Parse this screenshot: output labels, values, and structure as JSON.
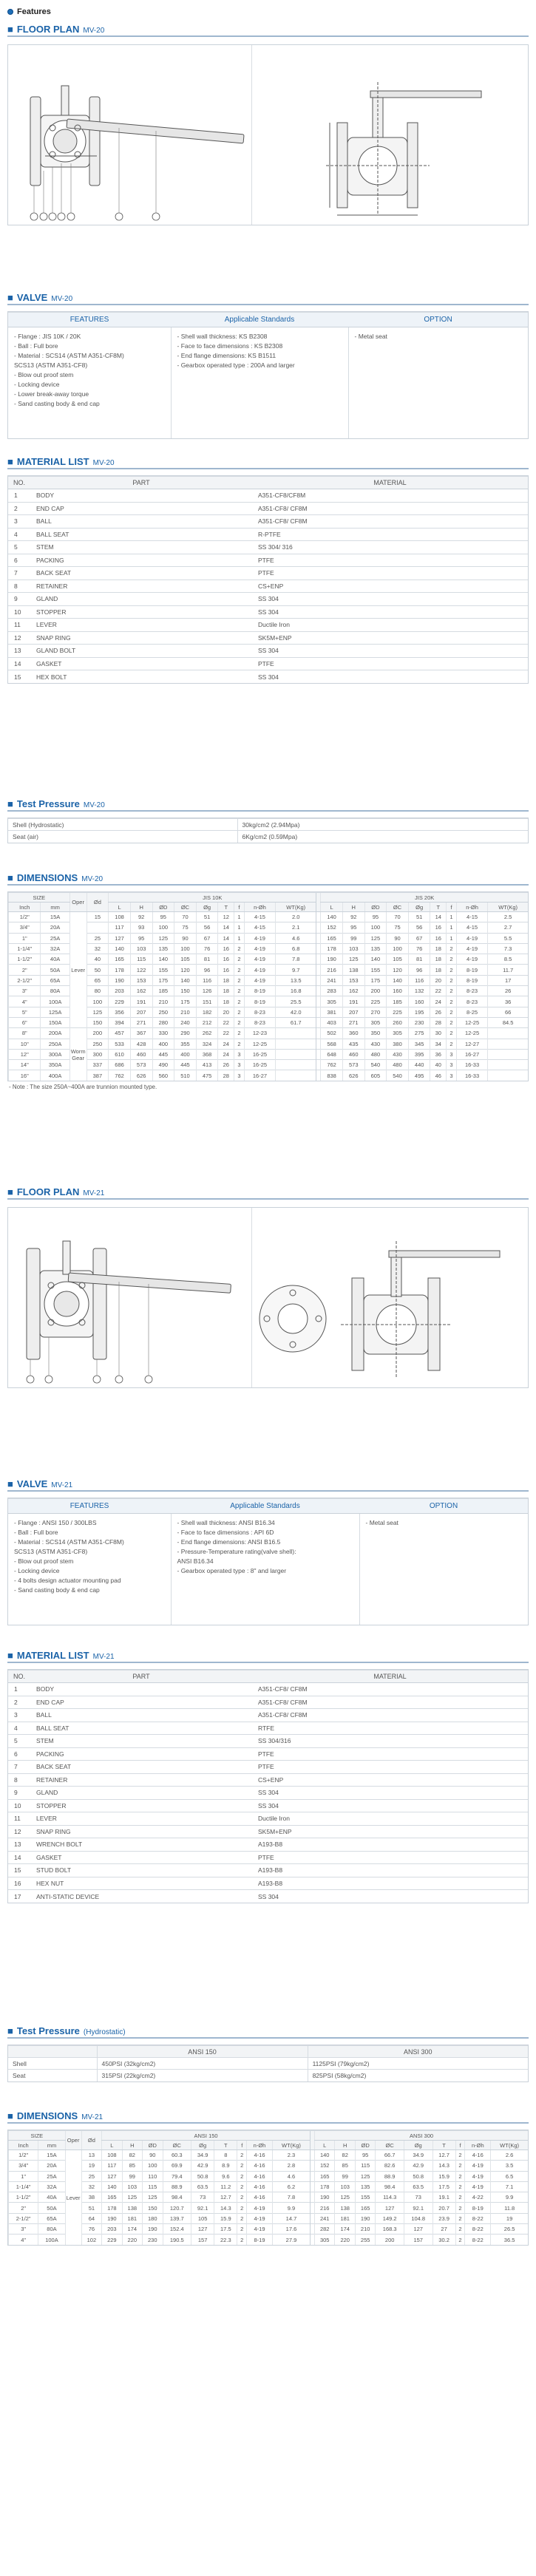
{
  "features_heading": "Features",
  "mv20": {
    "floor": {
      "title": "FLOOR PLAN",
      "model": "MV-20"
    },
    "valve": {
      "title": "VALVE",
      "model": "MV-20",
      "headers": [
        "FEATURES",
        "Applicable Standards",
        "OPTION"
      ],
      "features": [
        "- Flange : JIS 10K / 20K",
        "- Ball : Full bore",
        "- Material : SCS14 (ASTM A351-CF8M)",
        "  SCS13 (ASTM A351-CF8)",
        "- Blow out proof stem",
        "- Locking device",
        "- Lower break-away torque",
        "- Sand casting body & end cap"
      ],
      "standards": [
        "- Shell wall thickness: KS B2308",
        "- Face to face dimensions : KS B2308",
        "- End flange dimensions: KS B1511",
        "- Gearbox operated type : 200A and larger"
      ],
      "options": [
        "- Metal seat"
      ]
    },
    "material": {
      "title": "MATERIAL LIST",
      "model": "MV-20",
      "headers": [
        "NO.",
        "PART",
        "MATERIAL"
      ],
      "rows": [
        [
          "1",
          "BODY",
          "A351-CF8/CF8M"
        ],
        [
          "2",
          "END CAP",
          "A351-CF8/ CF8M"
        ],
        [
          "3",
          "BALL",
          "A351-CF8/ CF8M"
        ],
        [
          "4",
          "BALL SEAT",
          "R-PTFE"
        ],
        [
          "5",
          "STEM",
          "SS 304/ 316"
        ],
        [
          "6",
          "PACKING",
          "PTFE"
        ],
        [
          "7",
          "BACK SEAT",
          "PTFE"
        ],
        [
          "8",
          "RETAINER",
          "CS+ENP"
        ],
        [
          "9",
          "GLAND",
          "SS 304"
        ],
        [
          "10",
          "STOPPER",
          "SS 304"
        ],
        [
          "11",
          "LEVER",
          "Ductile Iron"
        ],
        [
          "12",
          "SNAP RING",
          "SK5M+ENP"
        ],
        [
          "13",
          "GLAND BOLT",
          "SS 304"
        ],
        [
          "14",
          "GASKET",
          "PTFE"
        ],
        [
          "15",
          "HEX BOLT",
          "SS 304"
        ]
      ]
    },
    "pressure": {
      "title": "Test Pressure",
      "model": "MV-20",
      "rows": [
        [
          "Shell (Hydrostatic)",
          "30kg/cm2 (2.94Mpa)"
        ],
        [
          "Seat (air)",
          "6Kg/cm2 (0.59Mpa)"
        ]
      ]
    },
    "dims": {
      "title": "DIMENSIONS",
      "model": "MV-20",
      "group_a": "JIS 10K",
      "group_b": "JIS 20K",
      "cols_left": [
        "SIZE",
        "Oper",
        "Ød"
      ],
      "size_sub": [
        "Inch",
        "mm"
      ],
      "cols": [
        "L",
        "H",
        "ØD",
        "ØC",
        "Øg",
        "T",
        "f",
        "n-Øh",
        "WT(Kg)"
      ],
      "oper_labels": [
        "Lever",
        "Worm Gear"
      ],
      "rows": [
        [
          "1/2\"",
          "15A",
          "15",
          "108",
          "92",
          "95",
          "70",
          "51",
          "12",
          "1",
          "4-15",
          "2.0",
          "140",
          "92",
          "95",
          "70",
          "51",
          "14",
          "1",
          "4-15",
          "2.5"
        ],
        [
          "3/4\"",
          "20A",
          "",
          "117",
          "93",
          "100",
          "75",
          "56",
          "14",
          "1",
          "4-15",
          "2.1",
          "152",
          "95",
          "100",
          "75",
          "56",
          "16",
          "1",
          "4-15",
          "2.7"
        ],
        [
          "1\"",
          "25A",
          "25",
          "127",
          "95",
          "125",
          "90",
          "67",
          "14",
          "1",
          "4-19",
          "4.6",
          "165",
          "99",
          "125",
          "90",
          "67",
          "16",
          "1",
          "4-19",
          "5.5"
        ],
        [
          "1-1/4\"",
          "32A",
          "32",
          "140",
          "103",
          "135",
          "100",
          "76",
          "16",
          "2",
          "4-19",
          "6.8",
          "178",
          "103",
          "135",
          "100",
          "76",
          "18",
          "2",
          "4-19",
          "7.3"
        ],
        [
          "1-1/2\"",
          "40A",
          "40",
          "165",
          "115",
          "140",
          "105",
          "81",
          "16",
          "2",
          "4-19",
          "7.8",
          "190",
          "125",
          "140",
          "105",
          "81",
          "18",
          "2",
          "4-19",
          "8.5"
        ],
        [
          "2\"",
          "50A",
          "50",
          "178",
          "122",
          "155",
          "120",
          "96",
          "16",
          "2",
          "4-19",
          "9.7",
          "216",
          "138",
          "155",
          "120",
          "96",
          "18",
          "2",
          "8-19",
          "11.7"
        ],
        [
          "2-1/2\"",
          "65A",
          "65",
          "190",
          "153",
          "175",
          "140",
          "116",
          "18",
          "2",
          "4-19",
          "13.5",
          "241",
          "153",
          "175",
          "140",
          "116",
          "20",
          "2",
          "8-19",
          "17"
        ],
        [
          "3\"",
          "80A",
          "80",
          "203",
          "162",
          "185",
          "150",
          "126",
          "18",
          "2",
          "8-19",
          "16.8",
          "283",
          "162",
          "200",
          "160",
          "132",
          "22",
          "2",
          "8-23",
          "26"
        ],
        [
          "4\"",
          "100A",
          "100",
          "229",
          "191",
          "210",
          "175",
          "151",
          "18",
          "2",
          "8-19",
          "25.5",
          "305",
          "191",
          "225",
          "185",
          "160",
          "24",
          "2",
          "8-23",
          "36"
        ],
        [
          "5\"",
          "125A",
          "125",
          "356",
          "207",
          "250",
          "210",
          "182",
          "20",
          "2",
          "8-23",
          "42.0",
          "381",
          "207",
          "270",
          "225",
          "195",
          "26",
          "2",
          "8-25",
          "66"
        ],
        [
          "6\"",
          "150A",
          "150",
          "394",
          "271",
          "280",
          "240",
          "212",
          "22",
          "2",
          "8-23",
          "61.7",
          "403",
          "271",
          "305",
          "260",
          "230",
          "28",
          "2",
          "12-25",
          "84.5"
        ],
        [
          "8\"",
          "200A",
          "200",
          "457",
          "367",
          "330",
          "290",
          "262",
          "22",
          "2",
          "12-23",
          "",
          "502",
          "360",
          "350",
          "305",
          "275",
          "30",
          "2",
          "12-25",
          ""
        ],
        [
          "10\"",
          "250A",
          "250",
          "533",
          "428",
          "400",
          "355",
          "324",
          "24",
          "2",
          "12-25",
          "",
          "568",
          "435",
          "430",
          "380",
          "345",
          "34",
          "2",
          "12-27",
          ""
        ],
        [
          "12\"",
          "300A",
          "300",
          "610",
          "460",
          "445",
          "400",
          "368",
          "24",
          "3",
          "16-25",
          "",
          "648",
          "460",
          "480",
          "430",
          "395",
          "36",
          "3",
          "16-27",
          ""
        ],
        [
          "14\"",
          "350A",
          "337",
          "686",
          "573",
          "490",
          "445",
          "413",
          "26",
          "3",
          "16-25",
          "",
          "762",
          "573",
          "540",
          "480",
          "440",
          "40",
          "3",
          "16-33",
          ""
        ],
        [
          "16\"",
          "400A",
          "387",
          "762",
          "626",
          "560",
          "510",
          "475",
          "28",
          "3",
          "16-27",
          "",
          "838",
          "626",
          "605",
          "540",
          "495",
          "46",
          "3",
          "16-33",
          ""
        ]
      ],
      "note": "- Note : The size 250A~400A are trunnion mounted type."
    }
  },
  "mv21": {
    "floor": {
      "title": "FLOOR PLAN",
      "model": "MV-21"
    },
    "valve": {
      "title": "VALVE",
      "model": "MV-21",
      "headers": [
        "FEATURES",
        "Applicable Standards",
        "OPTION"
      ],
      "features": [
        "- Flange : ANSI 150 / 300LBS",
        "- Ball : Full bore",
        "- Material : SCS14 (ASTM A351-CF8M)",
        "  SCS13 (ASTM A351-CF8)",
        "- Blow out proof stem",
        "- Locking device",
        "- 4 bolts design actuator mounting pad",
        "- Sand casting body & end cap"
      ],
      "standards": [
        "- Shell wall thickness: ANSI B16.34",
        "- Face to face dimensions : API 6D",
        "- End flange dimensions: ANSI B16.5",
        "- Pressure-Temperature rating(valve shell):",
        "  ANSI B16.34",
        "- Gearbox operated type : 8\" and larger"
      ],
      "options": [
        "- Metal seat"
      ]
    },
    "material": {
      "title": "MATERIAL LIST",
      "model": "MV-21",
      "headers": [
        "NO.",
        "PART",
        "MATERIAL"
      ],
      "rows": [
        [
          "1",
          "BODY",
          "A351-CF8/ CF8M"
        ],
        [
          "2",
          "END CAP",
          "A351-CF8/ CF8M"
        ],
        [
          "3",
          "BALL",
          "A351-CF8/ CF8M"
        ],
        [
          "4",
          "BALL SEAT",
          "RTFE"
        ],
        [
          "5",
          "STEM",
          "SS 304/316"
        ],
        [
          "6",
          "PACKING",
          "PTFE"
        ],
        [
          "7",
          "BACK SEAT",
          "PTFE"
        ],
        [
          "8",
          "RETAINER",
          "CS+ENP"
        ],
        [
          "9",
          "GLAND",
          "SS 304"
        ],
        [
          "10",
          "STOPPER",
          "SS 304"
        ],
        [
          "11",
          "LEVER",
          "Ductile Iron"
        ],
        [
          "12",
          "SNAP RING",
          "SK5M+ENP"
        ],
        [
          "13",
          "WRENCH BOLT",
          "A193-B8"
        ],
        [
          "14",
          "GASKET",
          "PTFE"
        ],
        [
          "15",
          "STUD BOLT",
          "A193-B8"
        ],
        [
          "16",
          "HEX NUT",
          "A193-B8"
        ],
        [
          "17",
          "ANTI-STATIC DEVICE",
          "SS 304"
        ]
      ]
    },
    "pressure": {
      "title": "Test Pressure",
      "model": "(Hydrostatic)",
      "headers": [
        "ANSI 150",
        "ANSI 300"
      ],
      "rows": [
        [
          "Shell",
          "450PSI (32kg/cm2)",
          "1125PSI (79kg/cm2)"
        ],
        [
          "Seat",
          "315PSI (22kg/cm2)",
          "825PSI (58kg/cm2)"
        ]
      ]
    },
    "dims": {
      "title": "DIMENSIONS",
      "model": "MV-21",
      "group_a": "ANSI 150",
      "group_b": "ANSI 300",
      "cols_left": [
        "SIZE",
        "Oper",
        "Ød"
      ],
      "size_sub": [
        "Inch",
        "mm"
      ],
      "cols": [
        "L",
        "H",
        "ØD",
        "ØC",
        "Øg",
        "T",
        "f",
        "n-Øh",
        "WT(Kg)"
      ],
      "oper_labels": [
        "Lever"
      ],
      "rows": [
        [
          "1/2\"",
          "15A",
          "13",
          "108",
          "82",
          "90",
          "60.3",
          "34.9",
          "8",
          "2",
          "4-16",
          "2.3",
          "140",
          "82",
          "95",
          "66.7",
          "34.9",
          "12.7",
          "2",
          "4-16",
          "2.6"
        ],
        [
          "3/4\"",
          "20A",
          "19",
          "117",
          "85",
          "100",
          "69.9",
          "42.9",
          "8.9",
          "2",
          "4-16",
          "2.8",
          "152",
          "85",
          "115",
          "82.6",
          "42.9",
          "14.3",
          "2",
          "4-19",
          "3.5"
        ],
        [
          "1\"",
          "25A",
          "25",
          "127",
          "99",
          "110",
          "79.4",
          "50.8",
          "9.6",
          "2",
          "4-16",
          "4.6",
          "165",
          "99",
          "125",
          "88.9",
          "50.8",
          "15.9",
          "2",
          "4-19",
          "6.5"
        ],
        [
          "1-1/4\"",
          "32A",
          "32",
          "140",
          "103",
          "115",
          "88.9",
          "63.5",
          "11.2",
          "2",
          "4-16",
          "6.2",
          "178",
          "103",
          "135",
          "98.4",
          "63.5",
          "17.5",
          "2",
          "4-19",
          "7.1"
        ],
        [
          "1-1/2\"",
          "40A",
          "38",
          "165",
          "125",
          "125",
          "98.4",
          "73",
          "12.7",
          "2",
          "4-16",
          "7.8",
          "190",
          "125",
          "155",
          "114.3",
          "73",
          "19.1",
          "2",
          "4-22",
          "9.9"
        ],
        [
          "2\"",
          "50A",
          "51",
          "178",
          "138",
          "150",
          "120.7",
          "92.1",
          "14.3",
          "2",
          "4-19",
          "9.9",
          "216",
          "138",
          "165",
          "127",
          "92.1",
          "20.7",
          "2",
          "8-19",
          "11.8"
        ],
        [
          "2-1/2\"",
          "65A",
          "64",
          "190",
          "181",
          "180",
          "139.7",
          "105",
          "15.9",
          "2",
          "4-19",
          "14.7",
          "241",
          "181",
          "190",
          "149.2",
          "104.8",
          "23.9",
          "2",
          "8-22",
          "19"
        ],
        [
          "3\"",
          "80A",
          "76",
          "203",
          "174",
          "190",
          "152.4",
          "127",
          "17.5",
          "2",
          "4-19",
          "17.6",
          "282",
          "174",
          "210",
          "168.3",
          "127",
          "27",
          "2",
          "8-22",
          "26.5"
        ],
        [
          "4\"",
          "100A",
          "102",
          "229",
          "220",
          "230",
          "190.5",
          "157",
          "22.3",
          "2",
          "8-19",
          "27.9",
          "305",
          "220",
          "255",
          "200",
          "157",
          "30.2",
          "2",
          "8-22",
          "36.5"
        ]
      ]
    }
  }
}
